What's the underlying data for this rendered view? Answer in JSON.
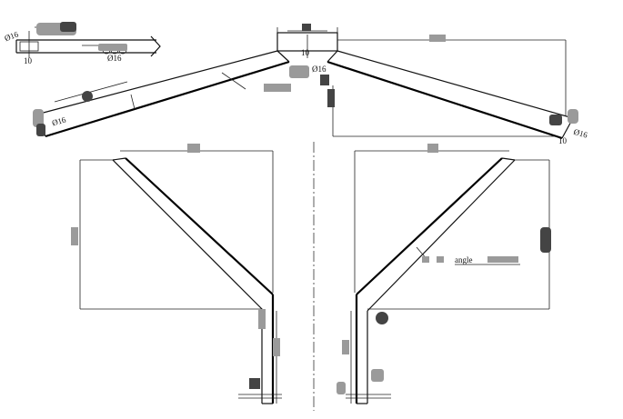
{
  "labels": {
    "dia_top_left": "Ø16",
    "dia_inset_right": "Ø16",
    "dia_top_center": "Ø16",
    "dia_left_end": "Ø16",
    "dia_right_end": "Ø16",
    "num_10_inset": "10",
    "num_10_top": "10",
    "num_10_right": "10",
    "angle_label": "angle"
  }
}
